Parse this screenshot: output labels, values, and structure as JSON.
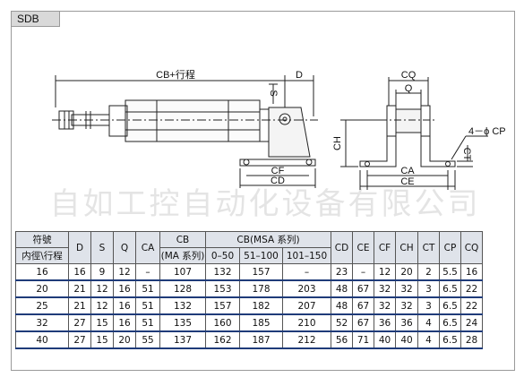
{
  "tag": "SDB",
  "drawing": {
    "cb_dim": "CB+行程",
    "d": "D",
    "s": "S",
    "cf": "CF",
    "cd": "CD",
    "ch": "CH",
    "cq": "CQ",
    "q": "Q",
    "ca": "CA",
    "ce": "CE",
    "ct": "CT",
    "cp_note": "4－ϕ CP"
  },
  "watermark": "自如工控自动化设备有限公司",
  "table": {
    "h_bore": "符號",
    "h_bore_sub": "内徑\\行程",
    "h_d": "D",
    "h_s": "S",
    "h_q": "Q",
    "h_ca": "CA",
    "h_cb": "CB",
    "h_cb_sub": "(MA 系列)",
    "h_cbmsa": "CB(MSA 系列)",
    "h_r1": "0–50",
    "h_r2": "51–100",
    "h_r3": "101–150",
    "h_cd": "CD",
    "h_ce": "CE",
    "h_cf": "CF",
    "h_ch": "CH",
    "h_ct": "CT",
    "h_cp": "CP",
    "h_cq": "CQ",
    "rows": [
      [
        "16",
        "16",
        "9",
        "12",
        "–",
        "107",
        "132",
        "157",
        "–",
        "23",
        "–",
        "12",
        "20",
        "2",
        "5.5",
        "16"
      ],
      [
        "20",
        "21",
        "12",
        "16",
        "51",
        "128",
        "153",
        "178",
        "203",
        "48",
        "67",
        "32",
        "32",
        "3",
        "6.5",
        "22"
      ],
      [
        "25",
        "21",
        "12",
        "16",
        "51",
        "132",
        "157",
        "182",
        "207",
        "48",
        "67",
        "32",
        "32",
        "3",
        "6.5",
        "22"
      ],
      [
        "32",
        "27",
        "15",
        "16",
        "51",
        "135",
        "160",
        "185",
        "210",
        "52",
        "67",
        "36",
        "36",
        "4",
        "6.5",
        "24"
      ],
      [
        "40",
        "27",
        "15",
        "20",
        "55",
        "137",
        "162",
        "187",
        "212",
        "56",
        "71",
        "40",
        "40",
        "4",
        "6.5",
        "28"
      ]
    ]
  }
}
